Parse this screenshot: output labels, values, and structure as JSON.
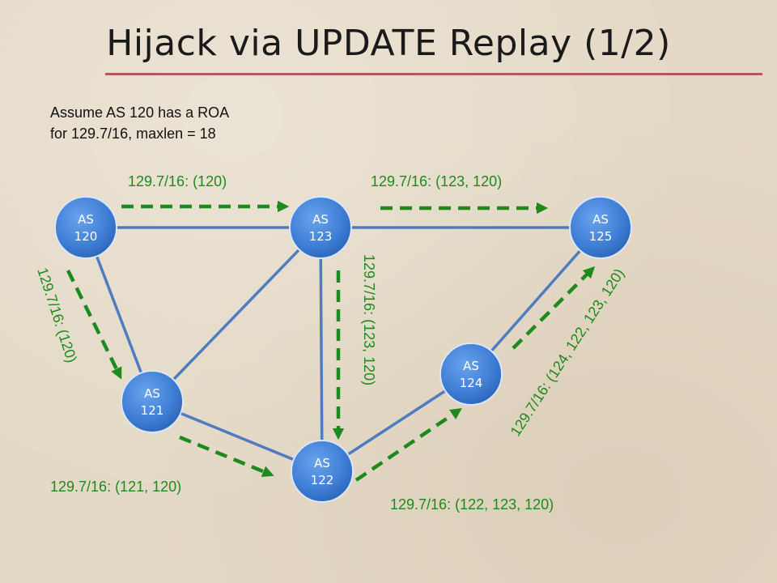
{
  "title": "Hijack via UPDATE Replay (1/2)",
  "assumption": "Assume AS 120 has a ROA\nfor 129.7/16, maxlen = 18",
  "nodes": [
    {
      "id": "as120",
      "line1": "AS",
      "line2": "120"
    },
    {
      "id": "as123",
      "line1": "AS",
      "line2": "123"
    },
    {
      "id": "as125",
      "line1": "AS",
      "line2": "125"
    },
    {
      "id": "as121",
      "line1": "AS",
      "line2": "121"
    },
    {
      "id": "as122",
      "line1": "AS",
      "line2": "122"
    },
    {
      "id": "as124",
      "line1": "AS",
      "line2": "124"
    }
  ],
  "edges": [
    [
      "as120",
      "as123"
    ],
    [
      "as123",
      "as125"
    ],
    [
      "as120",
      "as121"
    ],
    [
      "as121",
      "as123"
    ],
    [
      "as123",
      "as122"
    ],
    [
      "as121",
      "as122"
    ],
    [
      "as122",
      "as124"
    ],
    [
      "as124",
      "as125"
    ]
  ],
  "announcements": [
    {
      "from": "as120",
      "to": "as123",
      "label": "129.7/16: (120)"
    },
    {
      "from": "as123",
      "to": "as125",
      "label": "129.7/16: (123, 120)"
    },
    {
      "from": "as120",
      "to": "as121",
      "label": "129.7/16: (120)"
    },
    {
      "from": "as123",
      "to": "as122",
      "label": "129.7/16: (123, 120)"
    },
    {
      "from": "as121",
      "to": "as122",
      "label": "129.7/16: (121, 120)"
    },
    {
      "from": "as122",
      "to": "as124",
      "label": "129.7/16: (122, 123, 120)"
    },
    {
      "from": "as124",
      "to": "as125",
      "label": "129.7/16: (124, 122, 123, 120)"
    }
  ],
  "colors": {
    "node_fill": "#3f7ed6",
    "edge": "#4f7cc0",
    "announcement": "#1e8a1e",
    "title_rule": "#b5585a"
  }
}
